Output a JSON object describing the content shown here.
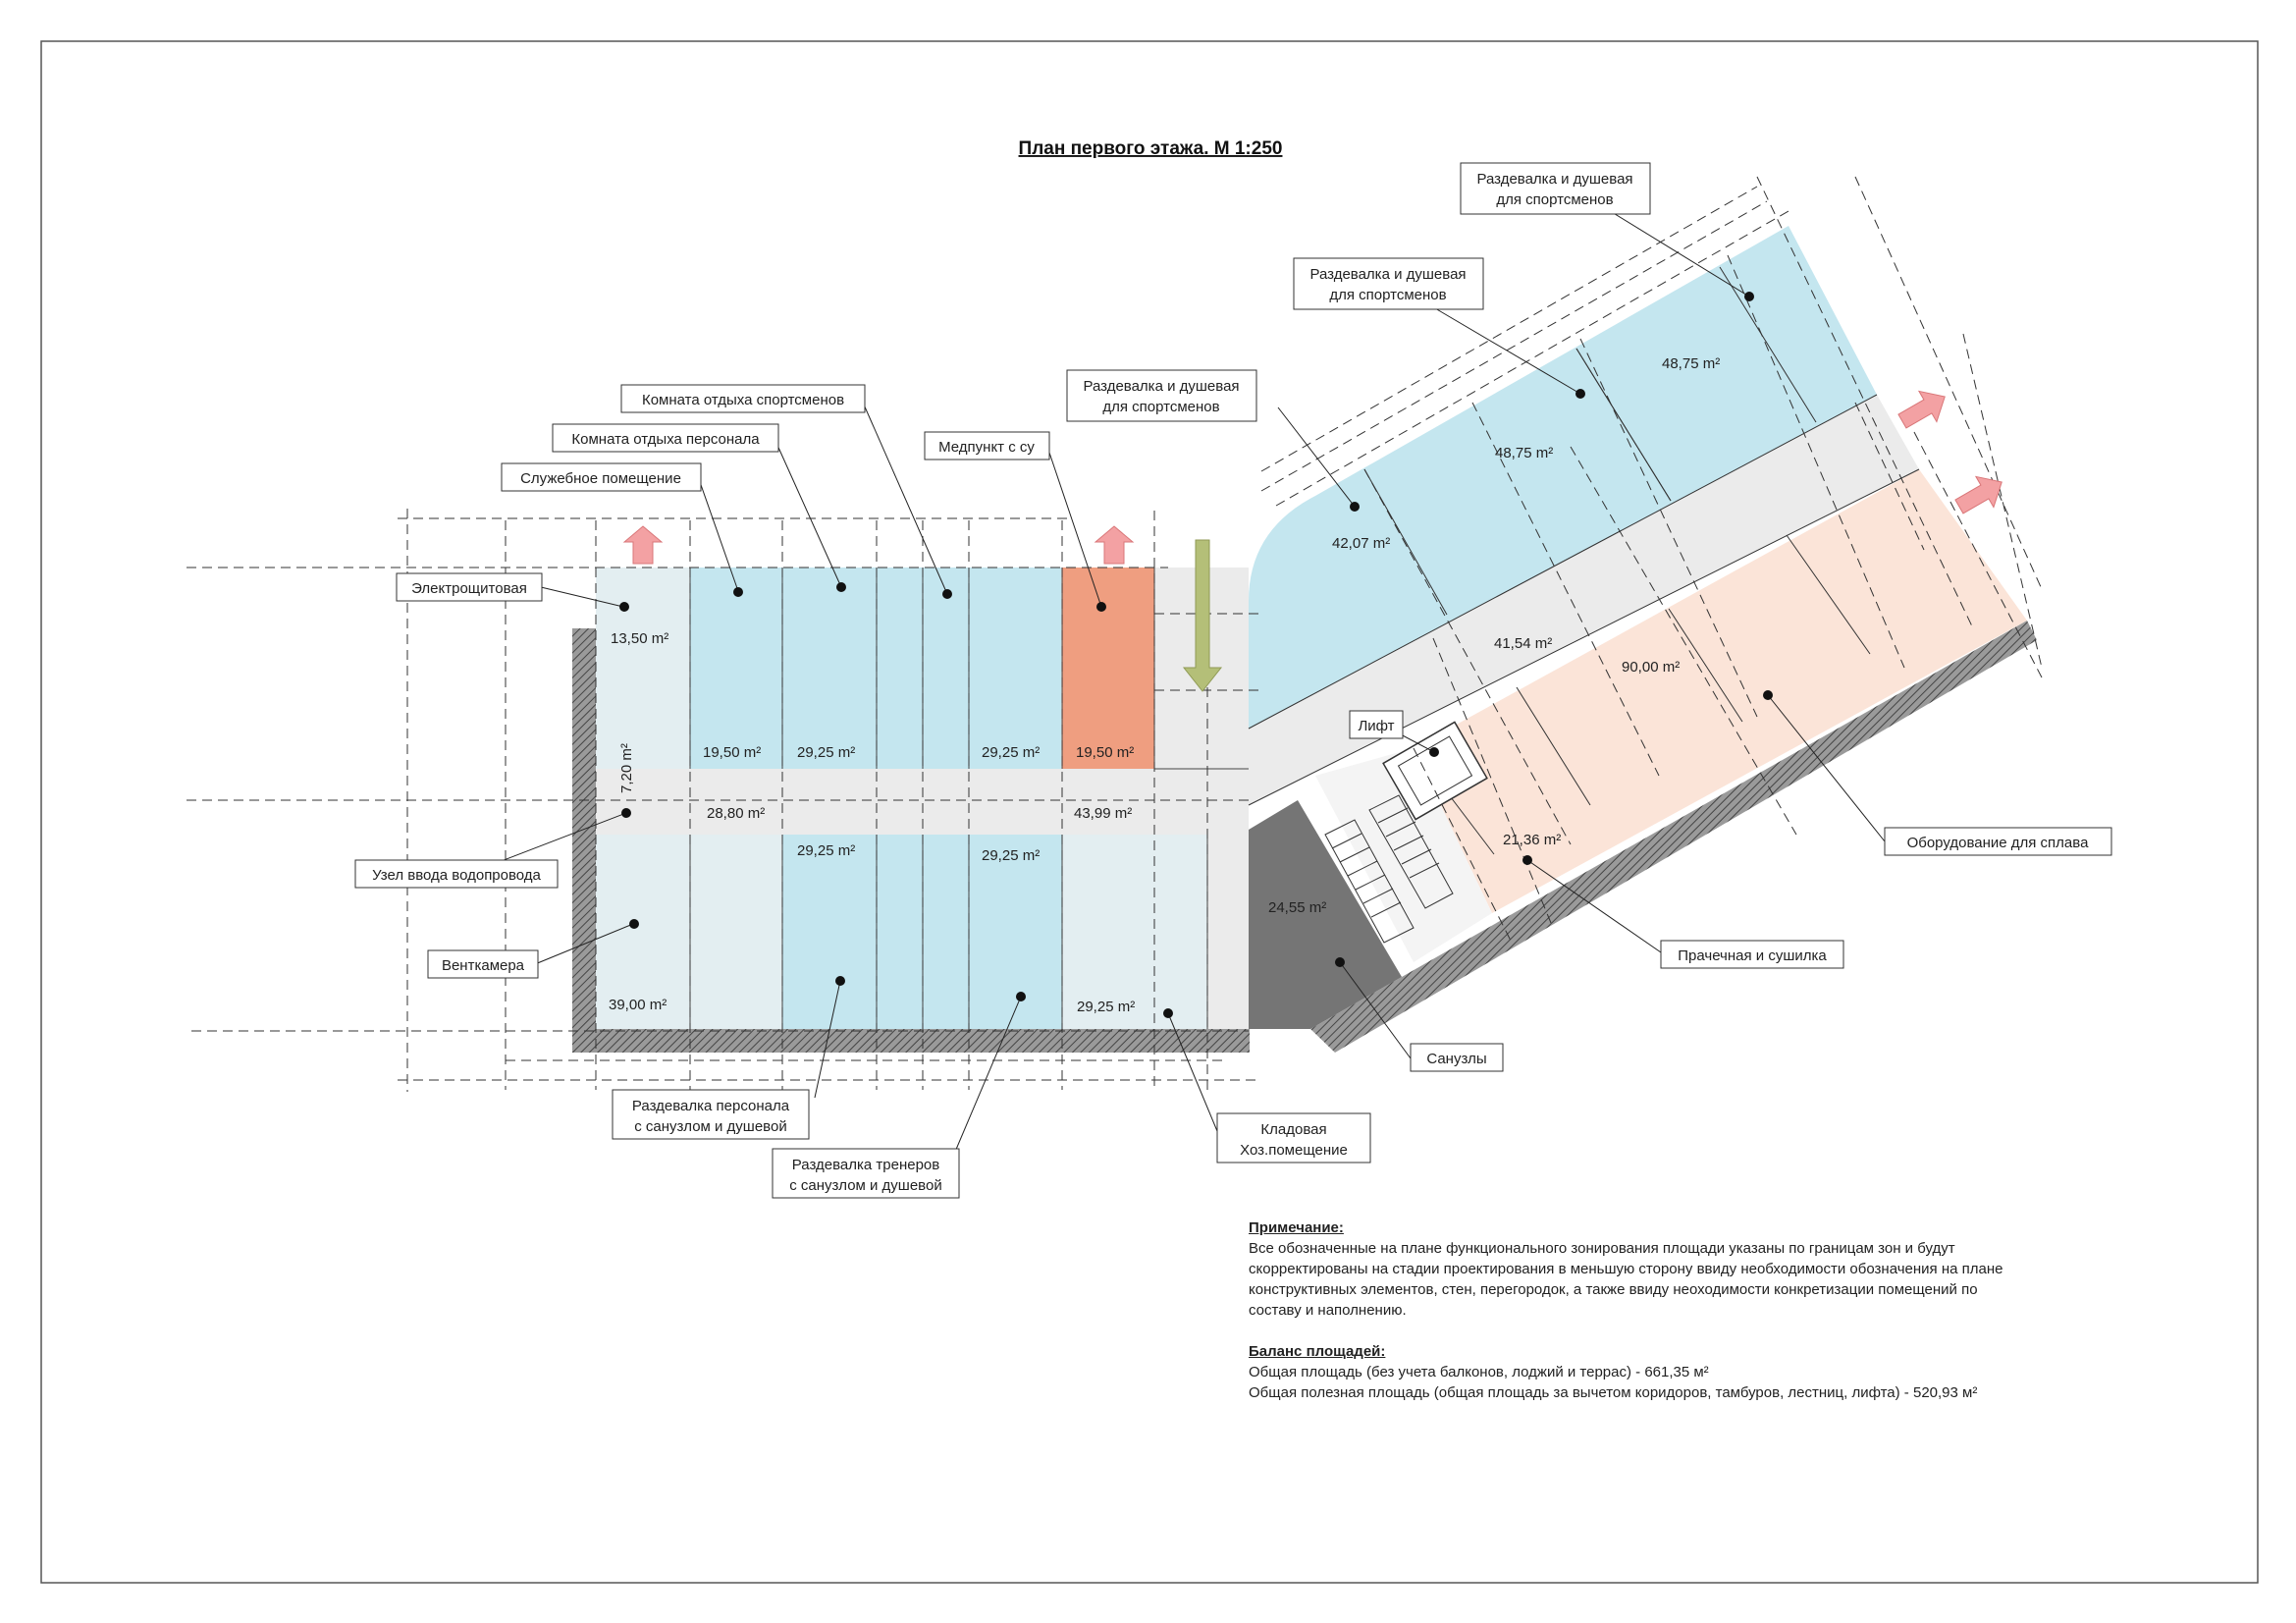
{
  "title": "План первого этажа. М 1:250",
  "areas": {
    "a1350": "13,50 m²",
    "a1950a": "19,50 m²",
    "a2925a": "29,25 m²",
    "a2925b": "29,25 m²",
    "a1950b": "19,50 m²",
    "a2880": "28,80 m²",
    "a4399": "43,99 m²",
    "a2925c": "29,25 m²",
    "a2925d": "29,25 m²",
    "a3900": "39,00 m²",
    "a2925e": "29,25 m²",
    "a2455": "24,55 m²",
    "a4207": "42,07 m²",
    "a4875a": "48,75 m²",
    "a4875b": "48,75 m²",
    "a4154": "41,54 m²",
    "a9000": "90,00 m²",
    "a2136": "21,36 m²",
    "dim720": "7,20 m²"
  },
  "labels": {
    "rest_athletes": "Комната отдыха спортсменов",
    "rest_staff": "Комната отдыха персонала",
    "service_room": "Служебное помещение",
    "electrical": "Электрощитовая",
    "medical_l1": "Медпункт с су",
    "locker1_l1": "Раздевалка и душевая",
    "locker1_l2": "для спортсменов",
    "locker2_l1": "Раздевалка и душевая",
    "locker2_l2": "для спортсменов",
    "locker3_l1": "Раздевалка и душевая",
    "locker3_l2": "для спортсменов",
    "lift": "Лифт",
    "water_inlet": "Узел ввода водопровода",
    "ventilation": "Венткамера",
    "staff_locker_l1": "Раздевалка персонала",
    "staff_locker_l2": "с санузлом и душевой",
    "coach_locker_l1": "Раздевалка тренеров",
    "coach_locker_l2": "с санузлом и душевой",
    "storage_l1": "Кладовая",
    "storage_l2": "Хоз.помещение",
    "toilets": "Санузлы",
    "laundry": "Прачечная и сушилка",
    "rafting": "Оборудование для сплава"
  },
  "notes": {
    "heading": "Примечание:",
    "line1": "Все обозначенные на плане функционального зонирования площади указаны по границам зон и будут",
    "line2": "скорректированы на стадии проектирования в меньшую сторону ввиду необходимости обозначения на плане",
    "line3": "конструктивных элементов, стен, перегородок, а также ввиду неоходимости конкретизации помещений по",
    "line4": "составу и наполнению.",
    "balance_heading": "Баланс площадей:",
    "balance1": "Общая площадь (без учета балконов, лоджий и террас) - 661,35 м²",
    "balance2": "Общая полезная площадь (общая площадь за вычетом коридоров, тамбуров, лестниц, лифта) - 520,93 м²"
  },
  "colors": {
    "room_blue": "#c4e6ef",
    "room_pale": "#e3eef1",
    "medical": "#ef9e80",
    "corridor": "#ebebeb",
    "sanitary": "#757575",
    "rafting_zone": "#fbe4d8",
    "arrow_out": "#f3a1a3",
    "arrow_in": "#b4bf78"
  }
}
